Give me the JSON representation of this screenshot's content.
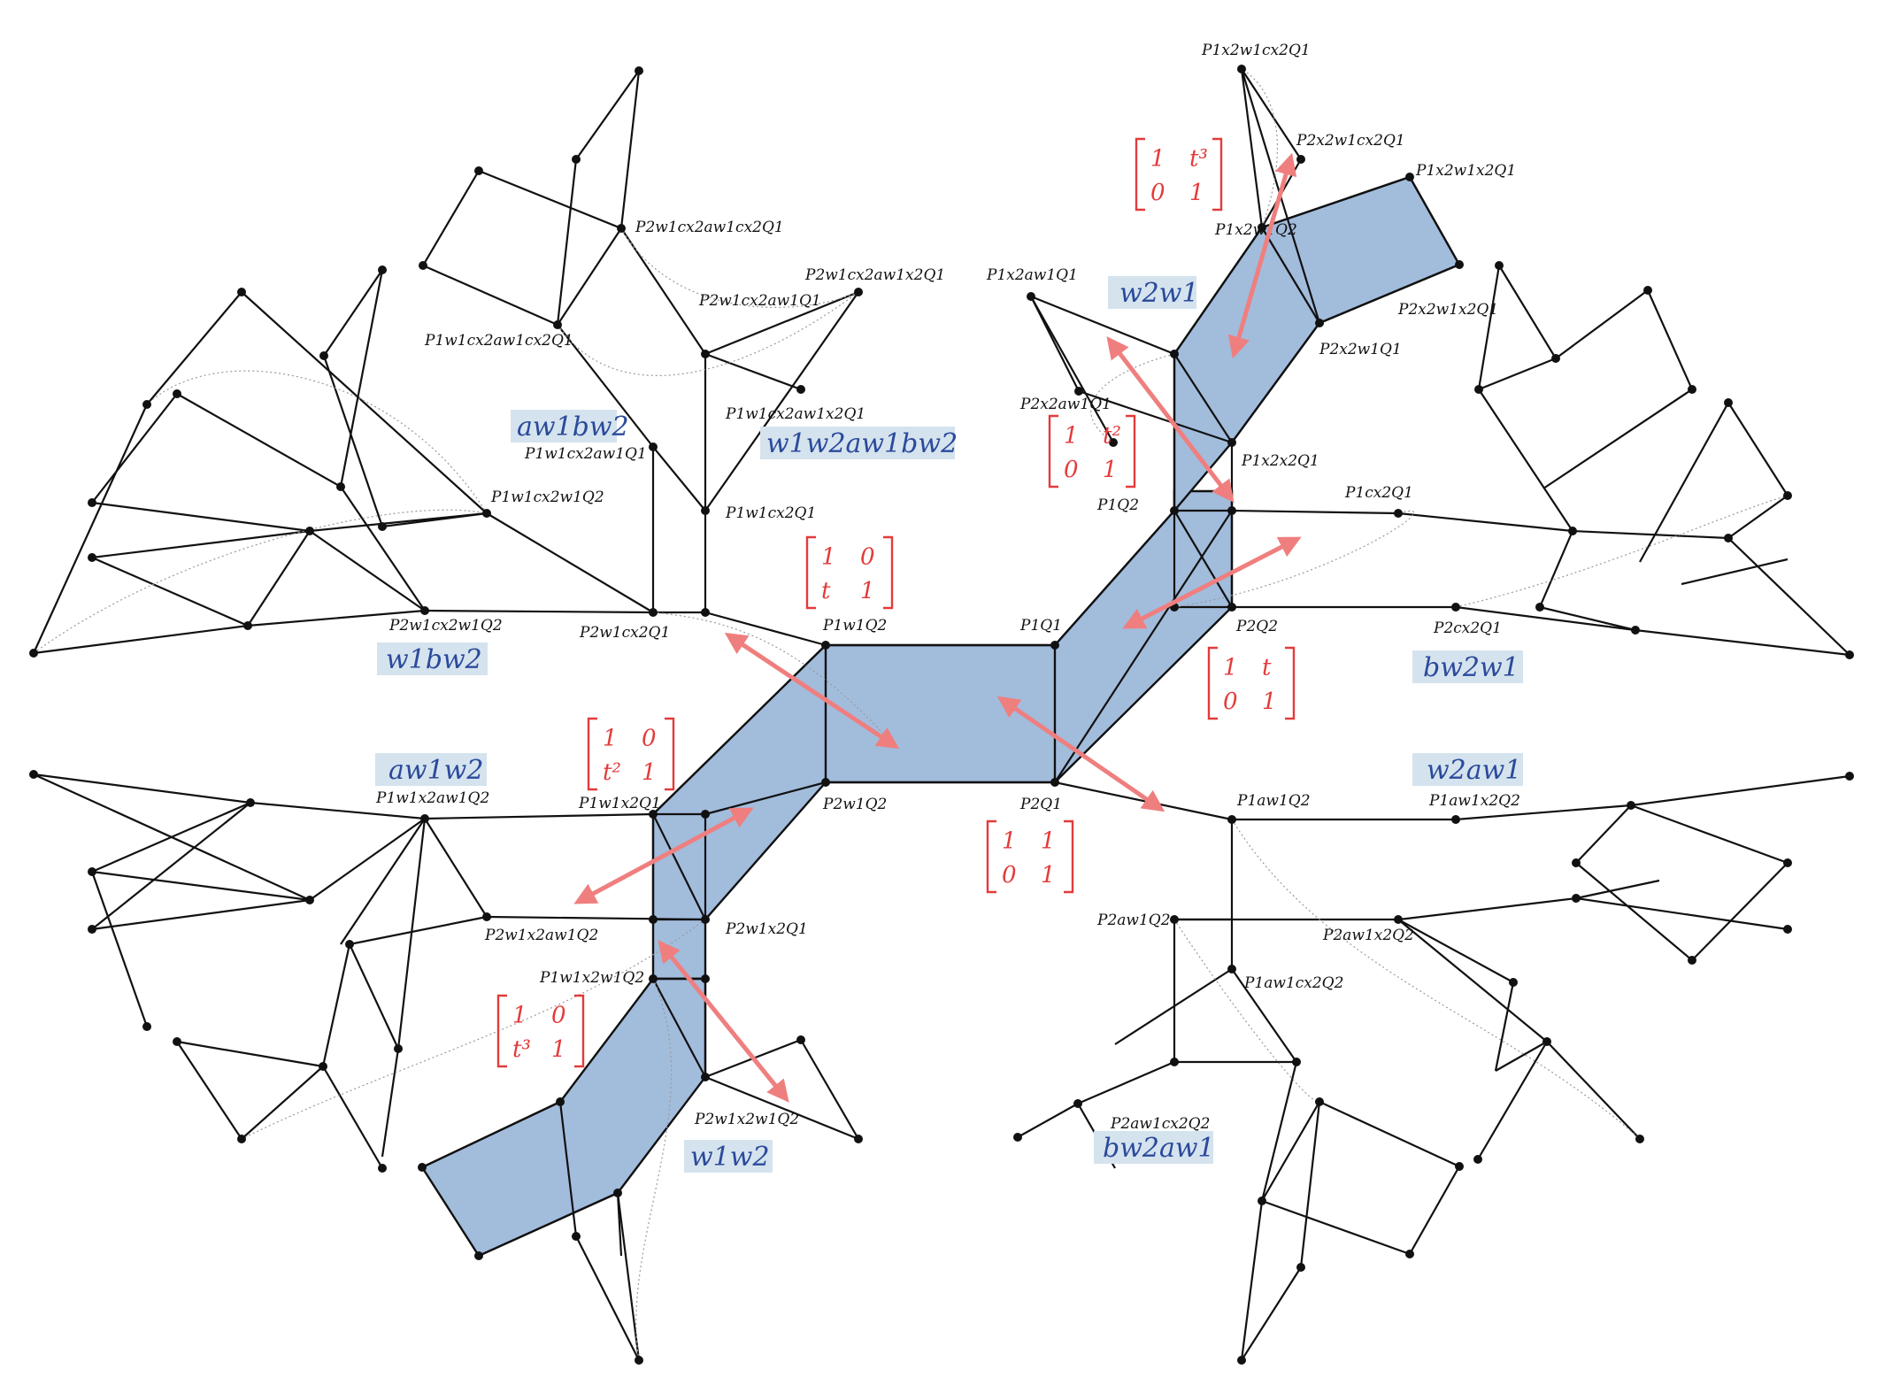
{
  "diagram": {
    "vertex_labels": [
      "P1w1Q2",
      "P1Q1",
      "P2w1Q2",
      "P2Q1",
      "P1x2x2Q1",
      "P1Q2",
      "P2Q2",
      "P1x2w1Q2",
      "P2x2w1Q1",
      "P1w1x2Q1",
      "P2w1x2Q1",
      "P1w1x2w1Q2",
      "P2w1x2w1Q2",
      "P1w1cx2Q1",
      "P2w1cx2Q1",
      "P1w1cx2w1Q2",
      "P2w1cx2w1Q2",
      "P1w1cx2aw1Q1",
      "P2w1cx2aw1Q1",
      "P2w1cx2aw1cx2Q1",
      "P1w1cx2aw1cx2Q1",
      "P2w1cx2aw1x2Q1",
      "P1w1cx2aw1x2Q1",
      "P1w1x2aw1Q2",
      "P2w1x2aw1Q2",
      "P1x2w1cx2Q1",
      "P2x2w1cx2Q1",
      "P1x2w1x2Q1",
      "P2x2w1x2Q1",
      "P1x2aw1Q1",
      "P2x2aw1Q1",
      "P1cx2Q1",
      "P2cx2Q1",
      "P1aw1Q2",
      "P2aw1Q2",
      "P1aw1x2Q2",
      "P2aw1x2Q2",
      "P1aw1cx2Q2",
      "P2aw1cx2Q2"
    ],
    "words": [
      "aw1bw2",
      "w1w2aw1bw2",
      "w1bw2",
      "aw1w2",
      "w1w2",
      "w2w1",
      "bw2w1",
      "w2aw1",
      "bw2aw1"
    ],
    "matrices": [
      [
        "1",
        "0",
        "t",
        "1"
      ],
      [
        "1",
        "t",
        "0",
        "1"
      ],
      [
        "1",
        "1",
        "0",
        "1"
      ],
      [
        "1",
        "0",
        "t²",
        "1"
      ],
      [
        "1",
        "t²",
        "0",
        "1"
      ],
      [
        "1",
        "0",
        "t³",
        "1"
      ],
      [
        "1",
        "t³",
        "0",
        "1"
      ]
    ],
    "colors": {
      "band": "#a2bcdc",
      "arrow": "#ef7f7f",
      "matrix": "#e33b3b",
      "word": "#2b4a9b",
      "word_bg": "#d4e3ee"
    }
  }
}
